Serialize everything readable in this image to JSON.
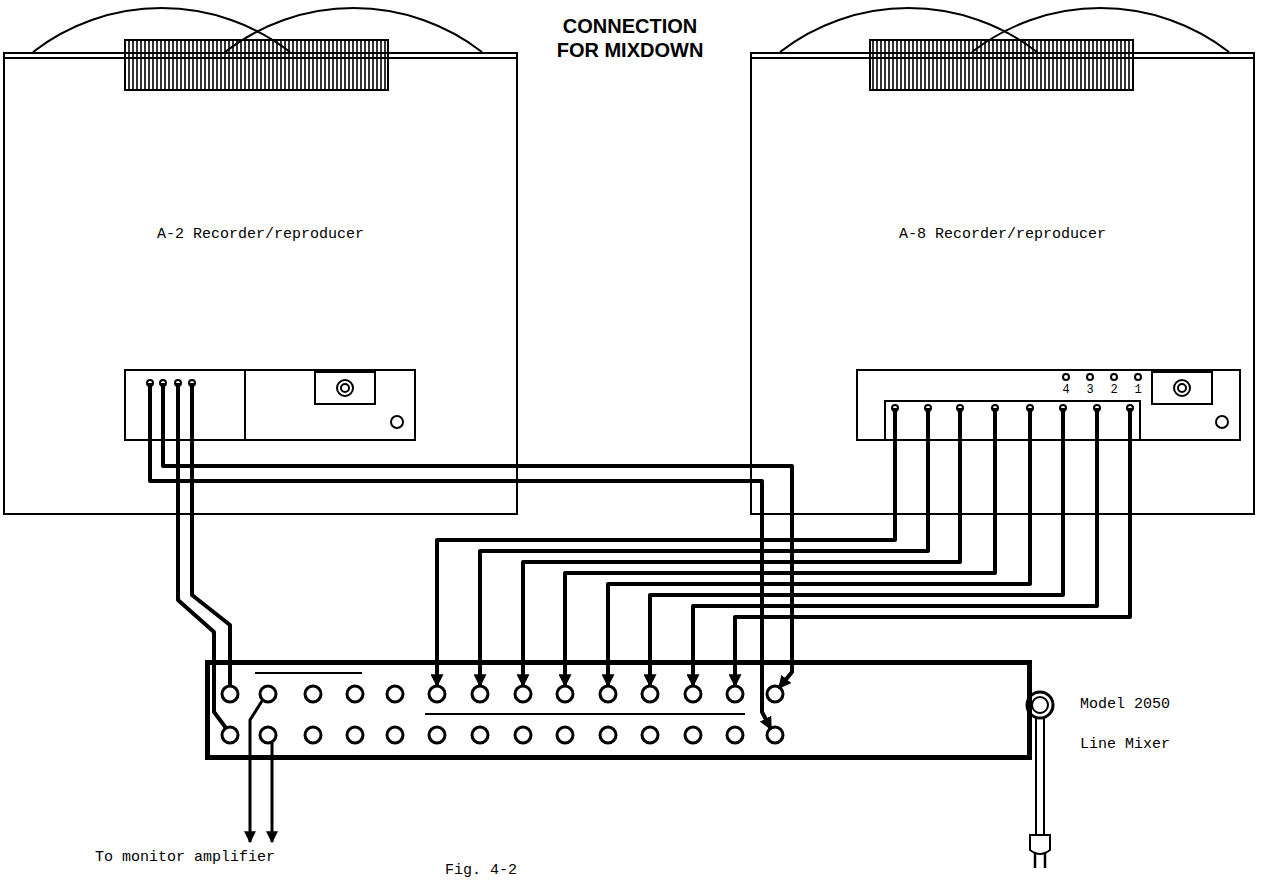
{
  "diagram": {
    "title": "CONNECTION FOR MIXDOWN",
    "caption": "Fig. 4-2",
    "nodes": [
      {
        "text": [
          "A-2 Recorder/reproducer"
        ]
      },
      {
        "text": [
          "A-8 Recorder/reproducer"
        ]
      },
      {
        "text": [
          "Model 2050 Line Mixer"
        ]
      }
    ],
    "edges": [
      {
        "from": 0,
        "to": 2,
        "arrow": "none"
      },
      {
        "from": 0,
        "to": 2,
        "arrow": "none"
      },
      {
        "from": 0,
        "to": 2,
        "arrow": "to"
      },
      {
        "from": 0,
        "to": 2,
        "arrow": "to"
      },
      {
        "from": 1,
        "to": 2,
        "arrow": "to"
      },
      {
        "from": 1,
        "to": 2,
        "arrow": "to"
      },
      {
        "from": 1,
        "to": 2,
        "arrow": "to"
      },
      {
        "from": 1,
        "to": 2,
        "arrow": "to"
      },
      {
        "from": 1,
        "to": 2,
        "arrow": "to"
      },
      {
        "from": 1,
        "to": 2,
        "arrow": "to"
      },
      {
        "from": 1,
        "to": 2,
        "arrow": "to"
      },
      {
        "from": 1,
        "to": 2,
        "arrow": "to"
      }
    ],
    "labels": [
      "4",
      "3",
      "2",
      "1",
      "To monitor amplifier"
    ]
  }
}
